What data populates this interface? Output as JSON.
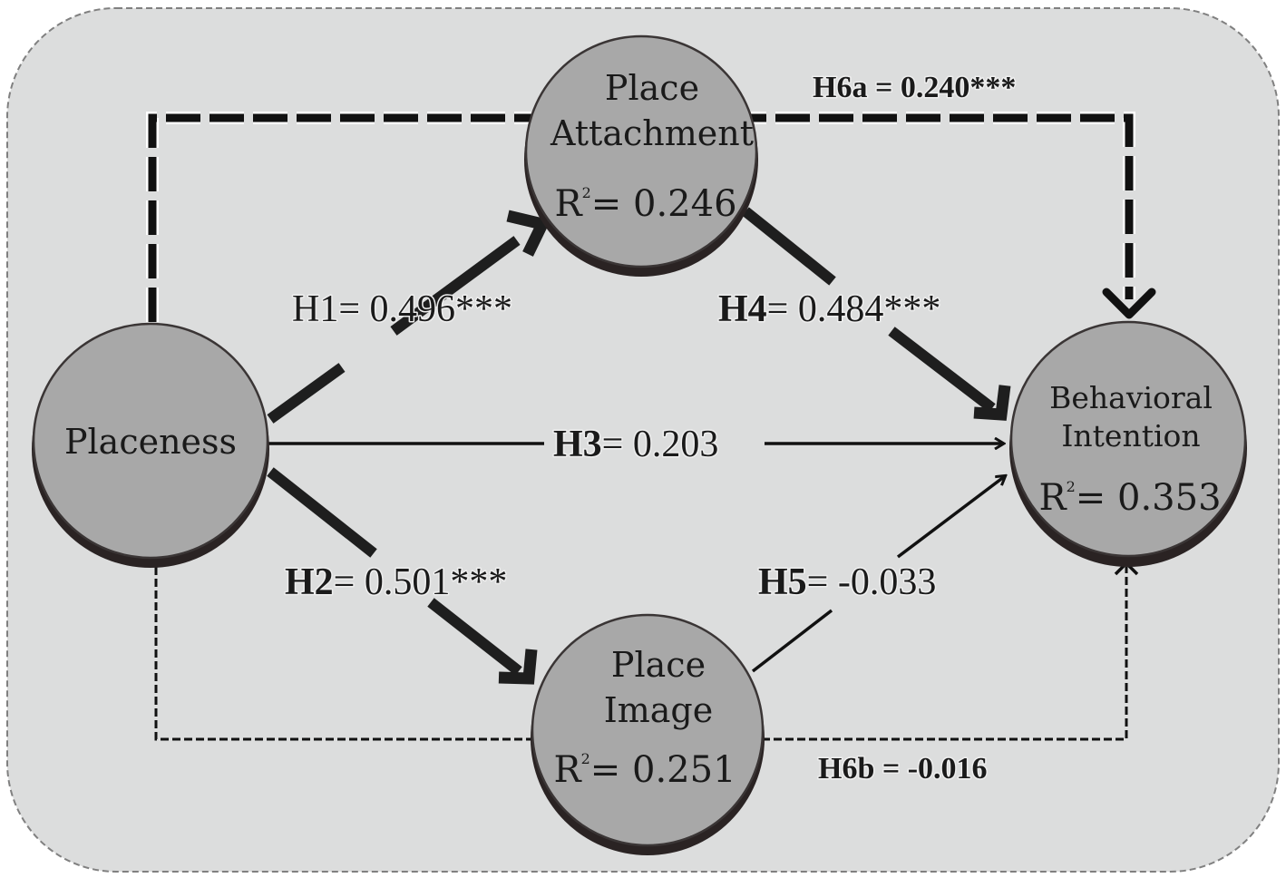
{
  "colors": {
    "background": "#ffffff",
    "panel_fill": "#dcdddd",
    "panel_border": "#808080",
    "node_fill": "#a8a8a8",
    "node_shadow": "#2a2323",
    "line": "#111111",
    "text": "#1a1a1a"
  },
  "nodes": {
    "placeness": {
      "label": "Placeness"
    },
    "place_attachment": {
      "line1": "Place",
      "line2": "Attachment",
      "r2_label": "R",
      "r2_sup": "2",
      "r2_value": "= 0.246"
    },
    "place_image": {
      "line1": "Place",
      "line2": "Image",
      "r2_label": "R",
      "r2_sup": "2",
      "r2_value": "= 0.251"
    },
    "behavioral_intention": {
      "line1": "Behavioral",
      "line2": "Intention",
      "r2_label": "R",
      "r2_sup": "2",
      "r2_value": "= 0.353"
    }
  },
  "paths": {
    "h1": {
      "id": "H1",
      "value": "= 0.496***"
    },
    "h2": {
      "id": "H2",
      "value": "= 0.501***"
    },
    "h3": {
      "id": "H3",
      "value": "= 0.203"
    },
    "h4": {
      "id": "H4",
      "value": "= 0.484***"
    },
    "h5": {
      "id": "H5",
      "value": "= -0.033"
    },
    "h6a": {
      "label": "H6a = 0.240***"
    },
    "h6b": {
      "label": "H6b = -0.016"
    }
  },
  "chart_data": {
    "type": "path-diagram",
    "nodes": [
      {
        "id": "Placeness",
        "r2": null
      },
      {
        "id": "Place Attachment",
        "r2": 0.246
      },
      {
        "id": "Place Image",
        "r2": 0.251
      },
      {
        "id": "Behavioral Intention",
        "r2": 0.353
      }
    ],
    "edges": [
      {
        "hypothesis": "H1",
        "from": "Placeness",
        "to": "Place Attachment",
        "coef": 0.496,
        "sig": "***",
        "style": "thick-solid"
      },
      {
        "hypothesis": "H2",
        "from": "Placeness",
        "to": "Place Image",
        "coef": 0.501,
        "sig": "***",
        "style": "thick-solid"
      },
      {
        "hypothesis": "H3",
        "from": "Placeness",
        "to": "Behavioral Intention",
        "coef": 0.203,
        "sig": "",
        "style": "thin-solid"
      },
      {
        "hypothesis": "H4",
        "from": "Place Attachment",
        "to": "Behavioral Intention",
        "coef": 0.484,
        "sig": "***",
        "style": "thick-solid"
      },
      {
        "hypothesis": "H5",
        "from": "Place Image",
        "to": "Behavioral Intention",
        "coef": -0.033,
        "sig": "",
        "style": "thin-solid"
      },
      {
        "hypothesis": "H6a",
        "from": "Placeness",
        "via": "Place Attachment",
        "to": "Behavioral Intention",
        "coef": 0.24,
        "sig": "***",
        "style": "thick-dashed (indirect)"
      },
      {
        "hypothesis": "H6b",
        "from": "Placeness",
        "via": "Place Image",
        "to": "Behavioral Intention",
        "coef": -0.016,
        "sig": "",
        "style": "thin-dashed (indirect)"
      }
    ]
  }
}
